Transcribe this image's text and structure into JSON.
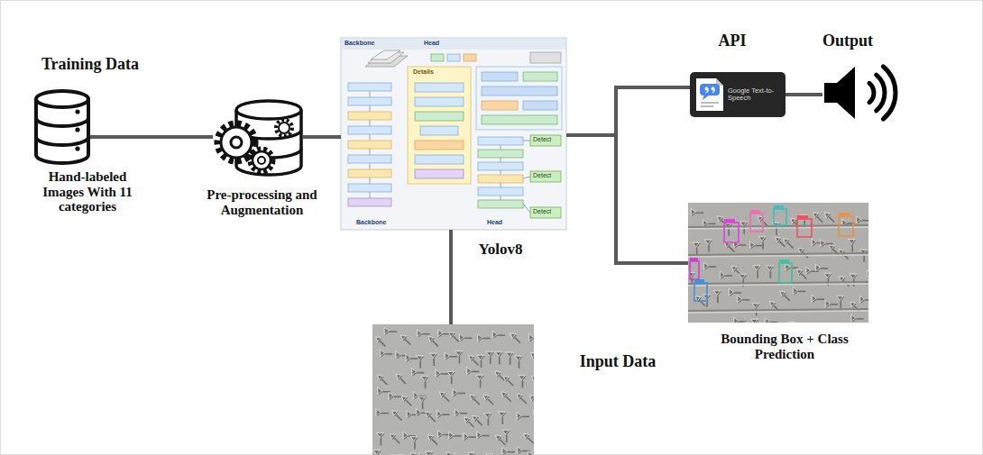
{
  "diagram": {
    "nodes": [
      {
        "text": [
          "Training Data",
          "Hand-labeled Images With 11 categories"
        ]
      },
      {
        "text": [
          "Pre-processing and Augmentation"
        ]
      },
      {
        "text": [
          "Yolov8"
        ]
      },
      {
        "text": [
          "API",
          "Google Text-to-Speech"
        ]
      },
      {
        "text": [
          "Output"
        ]
      },
      {
        "text": [
          "Bounding Box + Class Prediction"
        ]
      },
      {
        "text": [
          "Input Data"
        ]
      }
    ],
    "edges": [
      {
        "from": 0,
        "to": 1,
        "arrow": "none"
      },
      {
        "from": 1,
        "to": 2,
        "arrow": "none"
      },
      {
        "from": 6,
        "to": 2,
        "arrow": "none"
      },
      {
        "from": 2,
        "to": 3,
        "arrow": "none"
      },
      {
        "from": 2,
        "to": 5,
        "arrow": "none"
      },
      {
        "from": 3,
        "to": 4,
        "arrow": "none"
      }
    ],
    "labels": [
      "Backbone",
      "Head",
      "Details",
      "Detect",
      "Detect",
      "Detect",
      "Backbone",
      "Head"
    ]
  }
}
